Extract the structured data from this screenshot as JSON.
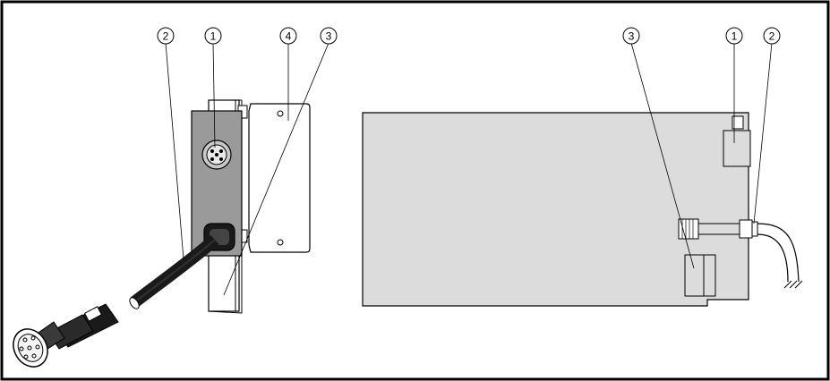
{
  "diagram": {
    "left_view": {
      "callouts": [
        {
          "id": "c2",
          "label": "2"
        },
        {
          "id": "c1",
          "label": "1"
        },
        {
          "id": "c4",
          "label": "4"
        },
        {
          "id": "c3",
          "label": "3"
        }
      ]
    },
    "right_view": {
      "callouts": [
        {
          "id": "c3",
          "label": "3"
        },
        {
          "id": "c1",
          "label": "1"
        },
        {
          "id": "c2",
          "label": "2"
        }
      ]
    }
  },
  "colors": {
    "frame": "#000000",
    "panel_fill": "#dcdcdc",
    "module_fill": "#9a9a9a",
    "cable": "#1a1a1a",
    "line": "#000000"
  }
}
